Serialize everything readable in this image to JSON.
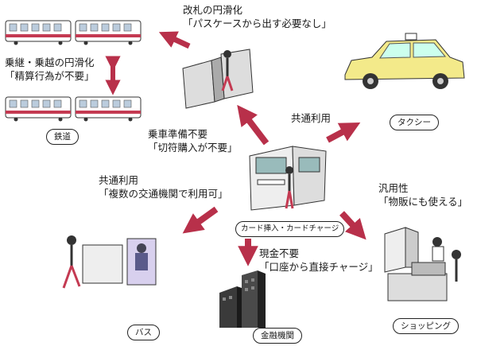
{
  "center": {
    "label": "カード挿入・カードチャージ"
  },
  "nodes": {
    "railway": {
      "label": "鉄道"
    },
    "taxi": {
      "label": "タクシー"
    },
    "bus": {
      "label": "バス"
    },
    "bank": {
      "label": "金融機関"
    },
    "shopping": {
      "label": "ショッピング"
    }
  },
  "annotations": {
    "gate": {
      "line1": "改札の円滑化",
      "line2": "「パスケースから出す必要なし」"
    },
    "transfer": {
      "line1": "乗継・乗越の円滑化",
      "line2": "「精算行為が不要」"
    },
    "ticket": {
      "line1": "乗車準備不要",
      "line2": "「切符購入が不要」"
    },
    "taxi_use": {
      "line1": "共通利用"
    },
    "multi": {
      "line1": "共通利用",
      "line2": "「複数の交通機関で利用可」"
    },
    "versatility": {
      "line1": "汎用性",
      "line2": "「物販にも使える」"
    },
    "cashless": {
      "line1": "現金不要",
      "line2": "「口座から直接チャージ」"
    }
  },
  "colors": {
    "arrow": "#b8304a",
    "train_stripe": "#c43a52",
    "taxi_body": "#f3ea8a",
    "building": "#3a3a3a"
  }
}
